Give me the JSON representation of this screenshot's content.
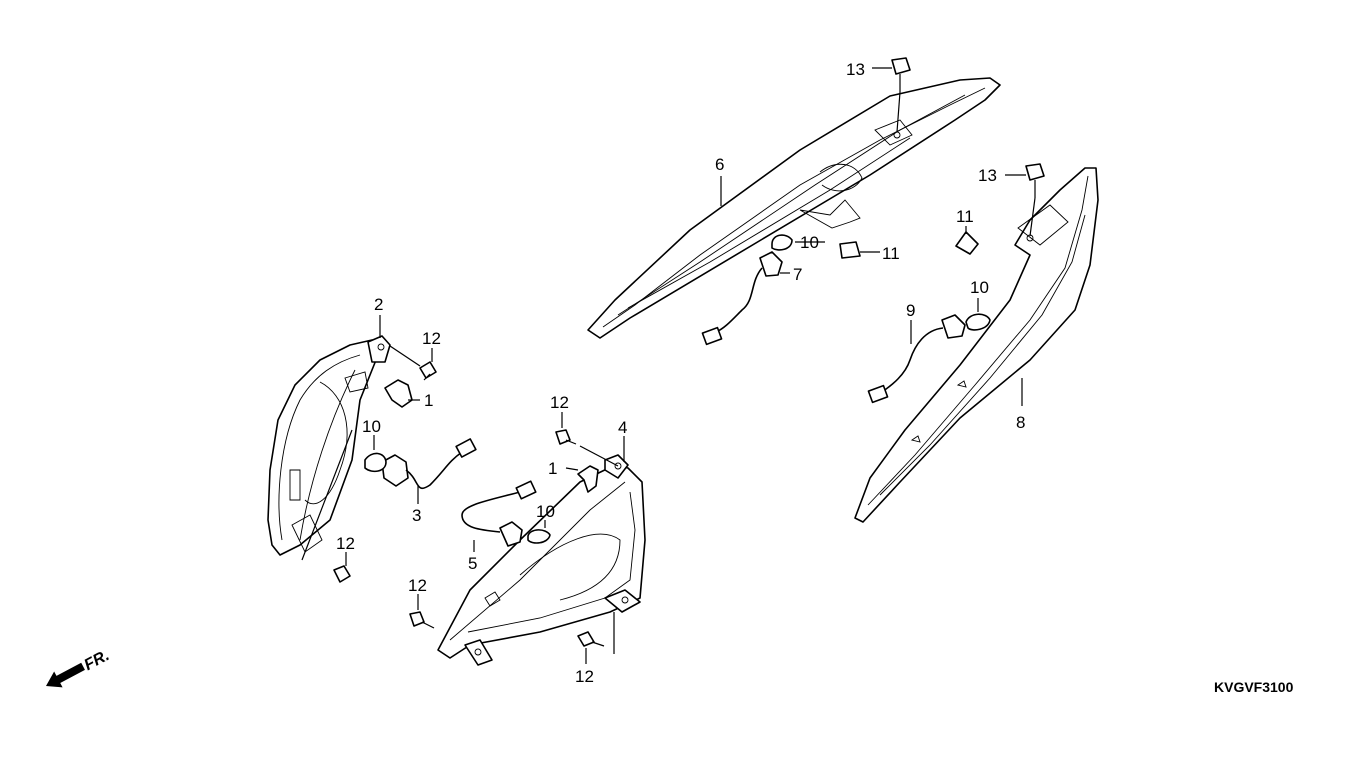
{
  "diagram": {
    "code": "KVGVF3100",
    "front_marker": "FR.",
    "callouts": {
      "n1_upper": "1",
      "n1_lower": "1",
      "n2": "2",
      "n3": "3",
      "n4": "4",
      "n5": "5",
      "n6": "6",
      "n7": "7",
      "n8": "8",
      "n9": "9",
      "n10_a": "10",
      "n10_b": "10",
      "n10_c": "10",
      "n10_d": "10",
      "n11_a": "11",
      "n11_b": "11",
      "n12_a": "12",
      "n12_b": "12",
      "n12_c": "12",
      "n12_d": "12",
      "n12_e": "12",
      "n13_a": "13",
      "n13_b": "13"
    }
  }
}
